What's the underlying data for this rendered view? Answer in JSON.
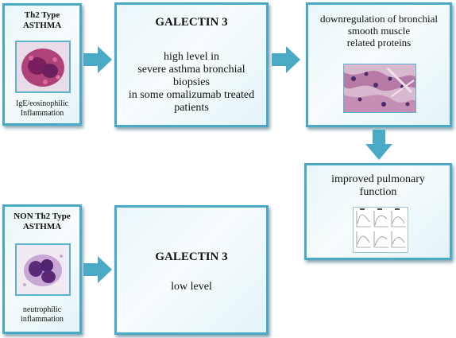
{
  "th2_box": {
    "title_line1": "Th2 Type",
    "title_line2": "ASTHMA",
    "caption_line1": "IgE/eosinophilic",
    "caption_line2": "Inflammation"
  },
  "galectin_high": {
    "title": "GALECTIN 3",
    "lines": [
      "high level in",
      "severe asthma bronchial",
      "biopsies",
      "in some omalizumab treated",
      "patients"
    ]
  },
  "downregulation": {
    "lines": [
      "downregulation of bronchial",
      "smooth muscle",
      "related proteins"
    ]
  },
  "pulmonary": {
    "lines": [
      "improved pulmonary",
      "function"
    ]
  },
  "non_th2_box": {
    "title_line1": "NON Th2 Type",
    "title_line2": "ASTHMA",
    "caption_line1": "neutrophilic",
    "caption_line2": "inflammation"
  },
  "galectin_low": {
    "title": "GALECTIN 3",
    "body": "low level"
  },
  "colors": {
    "border": "#4aaac6",
    "arrow": "#4aaac6"
  }
}
